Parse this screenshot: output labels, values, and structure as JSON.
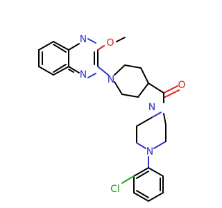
{
  "molecule": {
    "atoms": {
      "n_quinox_top": "N",
      "n_quinox_bottom": "N",
      "o_methoxy": "O",
      "n_piperidine": "N",
      "o_carbonyl": "O",
      "n_piperazine_top": "N",
      "n_piperazine_bottom": "N",
      "cl_aryl": "Cl"
    },
    "colors": {
      "carbon_bond": "#000000",
      "nitrogen": "#2b34c8",
      "oxygen": "#e01b1b",
      "chlorine": "#1aa21a",
      "background": "#ffffff"
    }
  }
}
